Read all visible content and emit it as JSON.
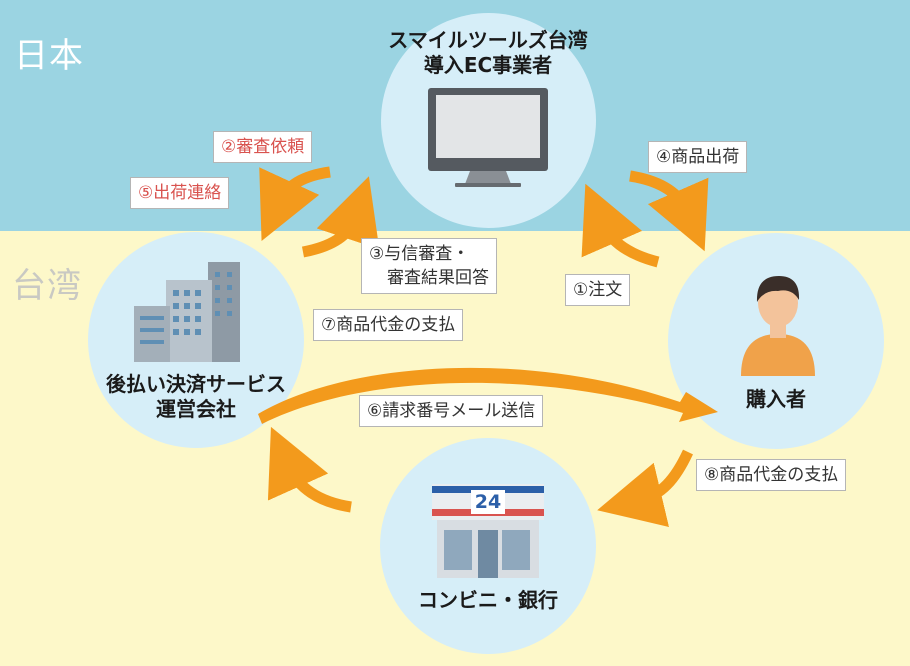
{
  "regions": {
    "japan": "日本",
    "taiwan": "台湾"
  },
  "nodes": {
    "merchant_line1": "スマイルツールズ台湾",
    "merchant_line2": "導入EC事業者",
    "payment_line1": "後払い決済サービス",
    "payment_line2": "運営会社",
    "buyer": "購入者",
    "store": "コンビニ・銀行"
  },
  "steps": {
    "s1": "①注文",
    "s2": "②審査依頼",
    "s3_line1": "③与信審査・",
    "s3_line2": "審査結果回答",
    "s4": "④商品出荷",
    "s5": "⑤出荷連絡",
    "s6": "⑥請求番号メール送信",
    "s7": "⑦商品代金の支払",
    "s8": "⑧商品代金の支払"
  },
  "store_sign": "24",
  "icons": {
    "merchant": "monitor-icon",
    "payment": "office-buildings-icon",
    "buyer": "person-icon",
    "store": "convenience-store-icon"
  },
  "colors": {
    "japan_band": "#9bd4e2",
    "taiwan_band": "#fdf8c9",
    "circle": "#d6eef8",
    "arrow": "#f39a1c",
    "red_label": "#d9534f"
  }
}
